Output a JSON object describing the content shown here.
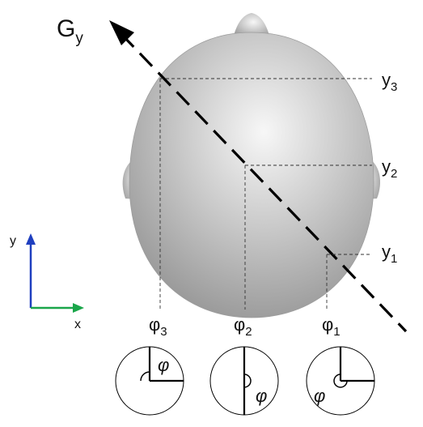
{
  "gradient": {
    "name": "G",
    "sub": "y"
  },
  "positions": [
    {
      "name": "y",
      "sub": "3"
    },
    {
      "name": "y",
      "sub": "2"
    },
    {
      "name": "y",
      "sub": "1"
    }
  ],
  "angles": [
    {
      "name": "φ",
      "sub": "3"
    },
    {
      "name": "φ",
      "sub": "2"
    },
    {
      "name": "φ",
      "sub": "1"
    }
  ],
  "axes": {
    "y": "y",
    "x": "x"
  },
  "circles": [
    {
      "label": "φ"
    },
    {
      "label": "φ"
    },
    {
      "label": "φ"
    }
  ],
  "colors": {
    "y_axis": "#1f3fbf",
    "x_axis": "#1aa64a",
    "head": "#bdbdbd"
  }
}
